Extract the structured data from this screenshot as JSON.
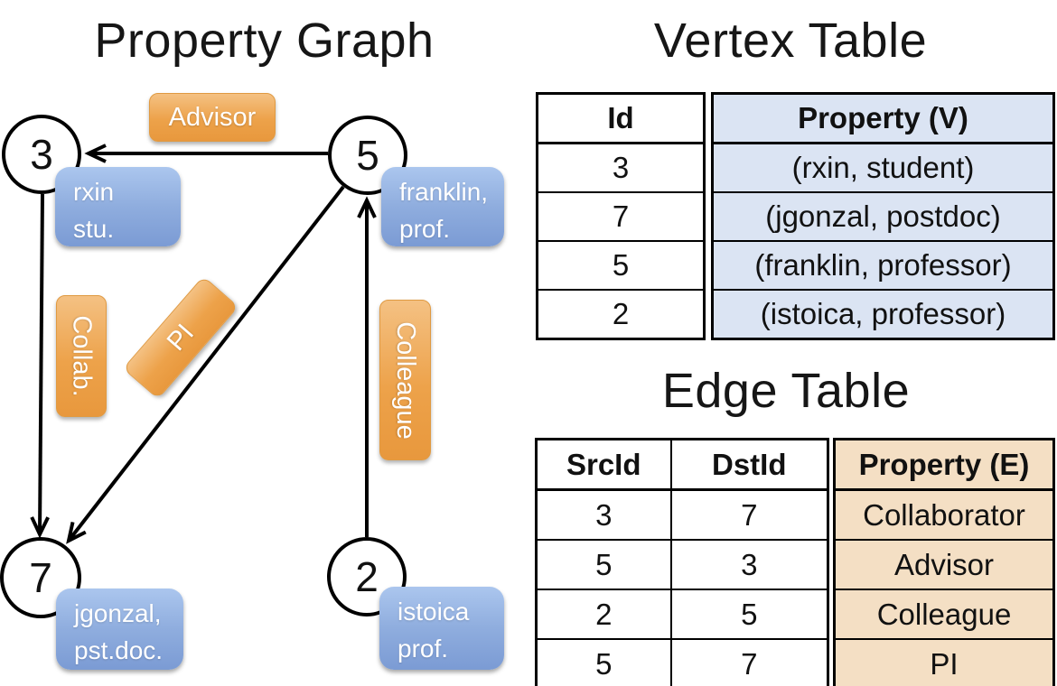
{
  "graph": {
    "title": "Property Graph",
    "nodes": [
      {
        "id": "3",
        "property_lines": [
          "rxin",
          "stu."
        ]
      },
      {
        "id": "5",
        "property_lines": [
          "franklin,",
          "prof."
        ]
      },
      {
        "id": "7",
        "property_lines": [
          "jgonzal,",
          "pst.doc."
        ]
      },
      {
        "id": "2",
        "property_lines": [
          "istoica",
          "prof."
        ]
      }
    ],
    "edge_labels": [
      {
        "label": "Advisor"
      },
      {
        "label": "Collab."
      },
      {
        "label": "PI"
      },
      {
        "label": "Colleague"
      }
    ]
  },
  "vertex_table": {
    "title": "Vertex Table",
    "columns": [
      "Id",
      "Property (V)"
    ],
    "rows": [
      [
        "3",
        "(rxin, student)"
      ],
      [
        "7",
        "(jgonzal, postdoc)"
      ],
      [
        "5",
        "(franklin, professor)"
      ],
      [
        "2",
        "(istoica, professor)"
      ]
    ]
  },
  "edge_table": {
    "title": "Edge Table",
    "columns": [
      "SrcId",
      "DstId",
      "Property (E)"
    ],
    "rows": [
      [
        "3",
        "7",
        "Collaborator"
      ],
      [
        "5",
        "3",
        "Advisor"
      ],
      [
        "2",
        "5",
        "Colleague"
      ],
      [
        "5",
        "7",
        "PI"
      ]
    ]
  },
  "colors": {
    "edge_label_orange": "#eda24a",
    "vertex_property_blue": "#8fadde",
    "vertex_table_column_bg": "#dbe4f3",
    "edge_table_column_bg": "#f4dfc4",
    "node_fill": "#ffffff",
    "line_color": "#000000"
  }
}
